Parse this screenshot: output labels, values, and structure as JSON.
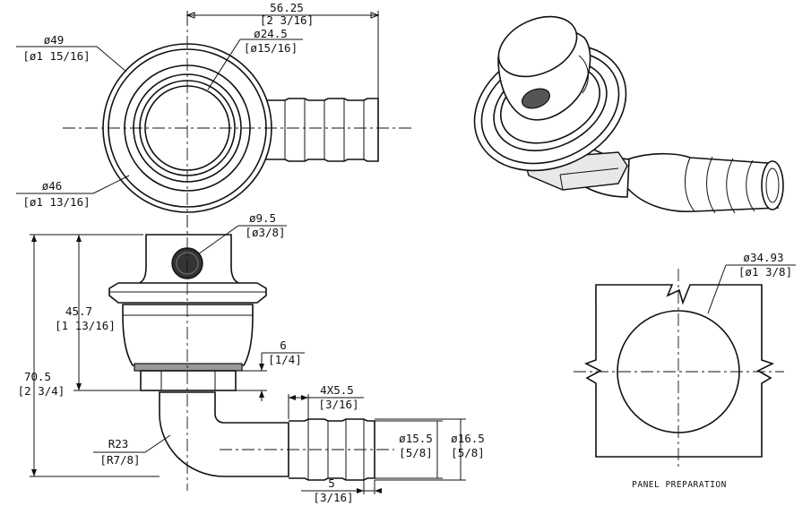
{
  "dimensions": {
    "top_width": "56.25",
    "top_width_in": "[2 3/16]",
    "outer_dia": "ø49",
    "outer_dia_in": "[ø1 15/16]",
    "inner_dia": "ø24.5",
    "inner_dia_in": "[ø15/16]",
    "flange_dia": "ø46",
    "flange_dia_in": "[ø1 13/16]",
    "vent_dia": "ø9.5",
    "vent_dia_in": "[ø3/8]",
    "body_height": "45.7",
    "body_height_in": "[1 13/16]",
    "total_height": "70.5",
    "total_height_in": "[2 3/4]",
    "nut_thick": "6",
    "nut_thick_in": "[1/4]",
    "barb_pitch": "4X5.5",
    "barb_pitch_in": "[3/16]",
    "bend_radius": "R23",
    "bend_radius_in": "[R7/8]",
    "hose_dia_1": "ø15.5",
    "hose_dia_1_in": "[5/8]",
    "hose_dia_2": "ø16.5",
    "hose_dia_2_in": "[5/8]",
    "tip_len": "5",
    "tip_len_in": "[3/16]",
    "panel_hole": "ø34.93",
    "panel_hole_in": "[ø1 3/8]"
  },
  "labels": {
    "panel_caption": "PANEL PREPARATION"
  }
}
